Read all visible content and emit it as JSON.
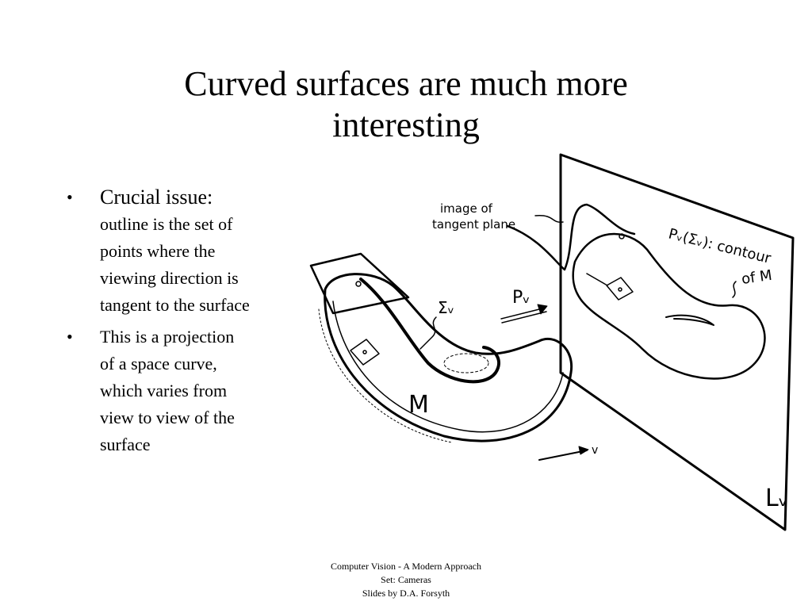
{
  "slide": {
    "title_line1": "Curved surfaces are much more",
    "title_line2": "interesting"
  },
  "bullets": [
    {
      "marker": "•",
      "head": "Crucial issue:",
      "lines": [
        "outline is the set of",
        "points where the",
        "viewing direction is",
        "tangent to the surface"
      ]
    },
    {
      "marker": "•",
      "lines": [
        "This is a projection",
        "of a space curve,",
        "which varies from",
        "view to view of the",
        "surface"
      ]
    }
  ],
  "figure": {
    "label_image_line1": "image of",
    "label_image_line2": "tangent plane",
    "label_contour_line1": "Pᵥ(Σᵥ): contour",
    "label_contour_line2": "of M",
    "label_sigma": "Σᵥ",
    "label_projection": "Pᵥ",
    "label_surface": "M",
    "label_view": "v",
    "label_plane": "Lᵥ"
  },
  "footer": {
    "line1": "Computer Vision - A Modern Approach",
    "line2": "Set:  Cameras",
    "line3": "Slides by D.A. Forsyth"
  }
}
